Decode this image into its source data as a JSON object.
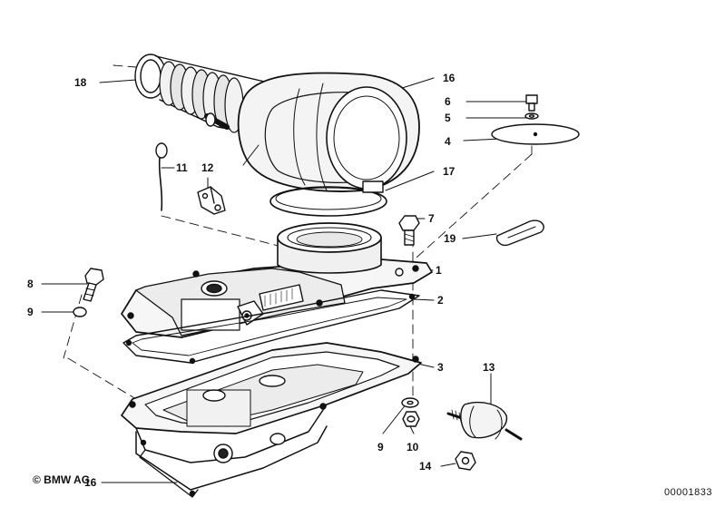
{
  "labels": {
    "p1": "1",
    "p2": "2",
    "p3": "3",
    "p4": "4",
    "p5": "5",
    "p6": "6",
    "p7": "7",
    "p8": "8",
    "p9a": "9",
    "p9b": "9",
    "p10": "10",
    "p11": "11",
    "p12": "12",
    "p13": "13",
    "p14": "14",
    "p16a": "16",
    "p16b": "16",
    "p17": "17",
    "p18": "18",
    "p19": "19"
  },
  "copyright": "© BMW AG",
  "diagram_id": "00001833",
  "colors": {
    "ink": "#111111",
    "fill_dark": "#2a2a2a",
    "background": "#ffffff"
  }
}
